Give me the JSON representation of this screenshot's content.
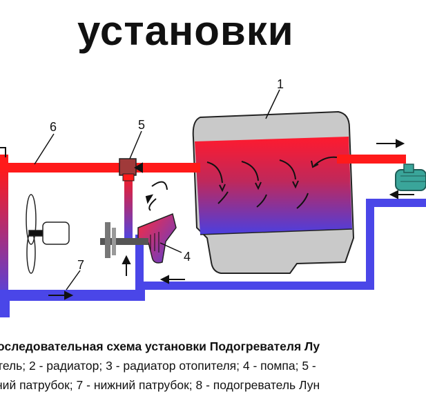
{
  "title": "установки",
  "labels": {
    "engine": "1",
    "intake_node": "5",
    "upper_hose": "6",
    "pump": "4",
    "lower_hose": "7"
  },
  "caption": {
    "line1": "оследовательная схема установки Подогревателя Лу",
    "line2": "тель; 2 - радиатор; 3 - радиатор отопителя; 4 - помпа; 5 -",
    "line3": "ний патрубок; 7 - нижний патрубок; 8 - подогреватель Лун"
  },
  "colors": {
    "hot": "#ff1a1a",
    "cold": "#4444ee",
    "engine_gray": "#c8c8c8",
    "heater_teal": "#3aa59a"
  }
}
